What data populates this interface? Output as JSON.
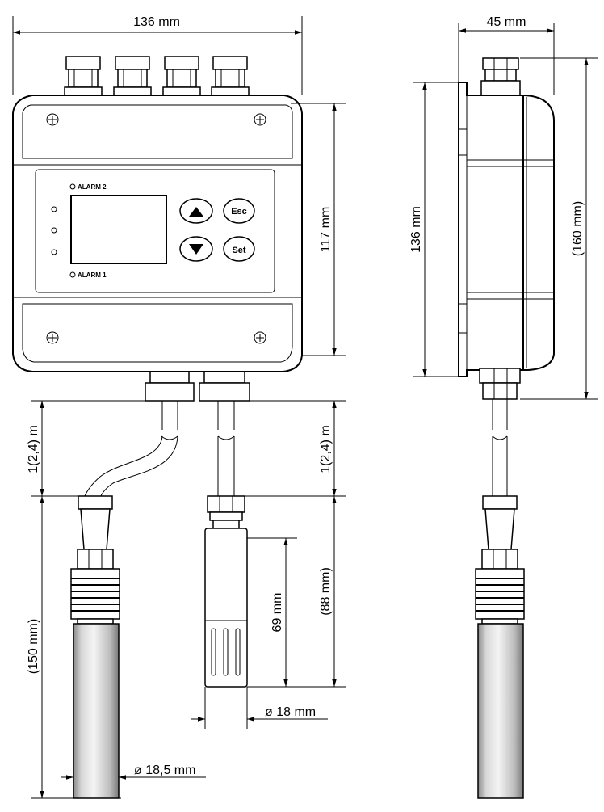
{
  "dimensions": {
    "front_width": "136 mm",
    "front_height": "117 mm",
    "side_depth": "45 mm",
    "side_height": "136 mm",
    "side_total_height": "(160 mm)",
    "cable_left": "1(2,4) m",
    "cable_right": "1(2,4) m",
    "probe_left_length": "(150 mm)",
    "probe_right_length": "(88 mm)",
    "probe_right_sensor_length": "69 mm",
    "probe_right_diameter": "ø 18 mm",
    "probe_left_diameter": "ø 18,5 mm"
  },
  "panel": {
    "alarm2_label": "ALARM 2",
    "alarm1_label": "ALARM 1",
    "btn_up_icon": "up-triangle",
    "btn_down_icon": "down-triangle",
    "btn_esc": "Esc",
    "btn_set": "Set"
  }
}
